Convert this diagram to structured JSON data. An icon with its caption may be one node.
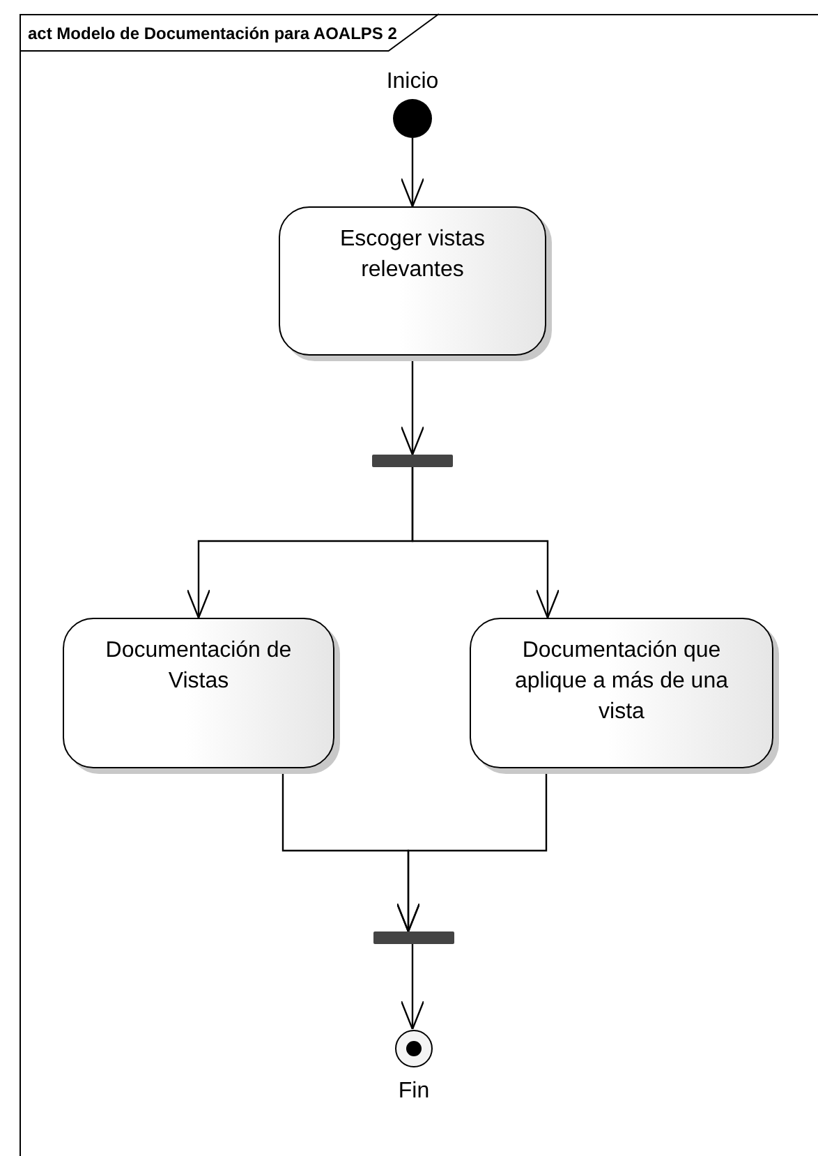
{
  "diagram": {
    "title": "act Modelo de Documentación para AOALPS 2",
    "nodes": [
      {
        "text": [],
        "shape": "circle",
        "beside": [
          "Inicio"
        ]
      },
      {
        "text": [
          "Escoger vistas relevantes"
        ]
      },
      {
        "text": [],
        "shape": "bar"
      },
      {
        "text": [
          "Documentación de Vistas"
        ]
      },
      {
        "text": [
          "Documentación que aplique a más de una vista"
        ]
      },
      {
        "text": [],
        "shape": "bar"
      },
      {
        "text": [],
        "shape": "circle",
        "beside": [
          "Fin"
        ]
      }
    ],
    "edges": [
      {
        "from": 0,
        "to": 1,
        "arrow": "to"
      },
      {
        "from": 1,
        "to": 2,
        "arrow": "to"
      },
      {
        "from": 2,
        "to": 3,
        "arrow": "to"
      },
      {
        "from": 2,
        "to": 4,
        "arrow": "to"
      },
      {
        "from": 3,
        "to": 5,
        "arrow": "to"
      },
      {
        "from": 4,
        "to": 5,
        "arrow": "to"
      },
      {
        "from": 5,
        "to": 6,
        "arrow": "to"
      }
    ]
  }
}
